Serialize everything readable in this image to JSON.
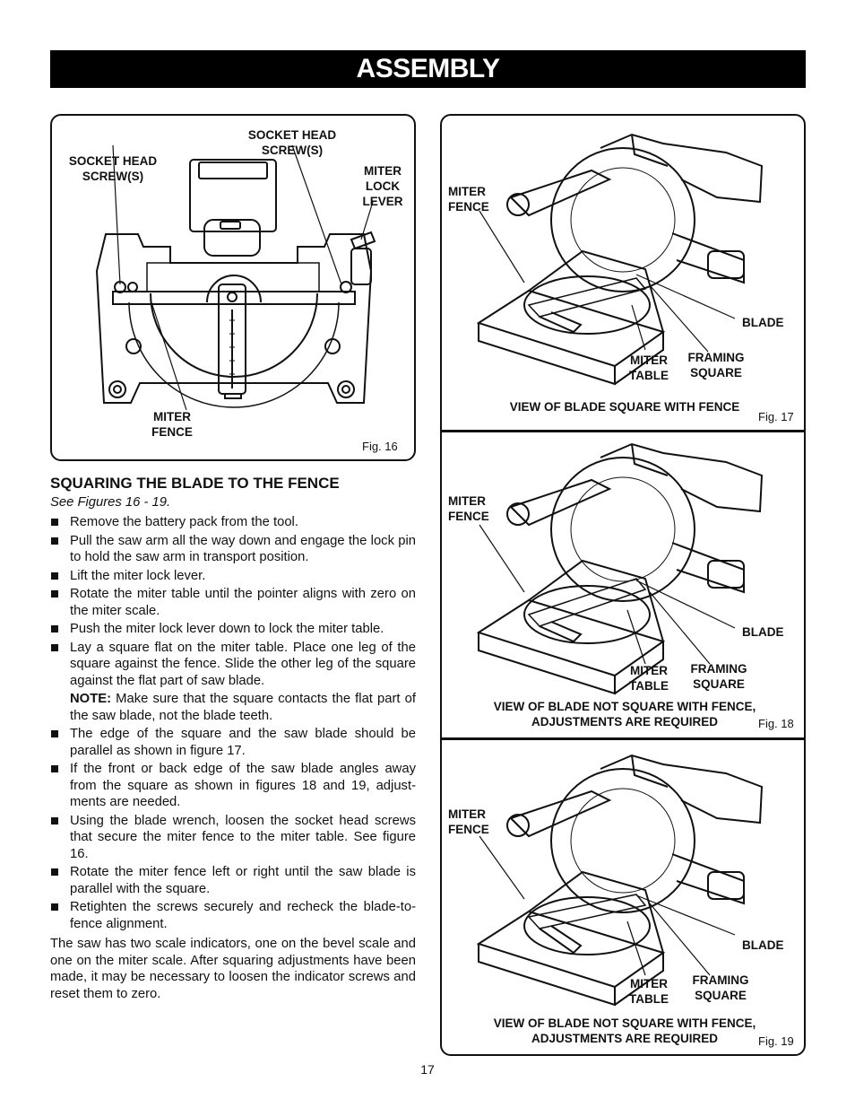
{
  "header": {
    "title": "ASSEMBLY"
  },
  "fig16": {
    "labels": {
      "socket_left": "SOCKET HEAD SCREW(S)",
      "socket_top": "SOCKET HEAD SCREW(S)",
      "miter_lock_lever": "MITER LOCK LEVER",
      "miter_fence": "MITER FENCE"
    },
    "fig_label": "Fig. 16"
  },
  "fig17": {
    "labels": {
      "miter_fence": "MITER FENCE",
      "blade": "BLADE",
      "miter_table": "MITER TABLE",
      "framing_square": "FRAMING SQUARE"
    },
    "caption": "VIEW OF BLADE SQUARE WITH FENCE",
    "fig_label": "Fig. 17"
  },
  "fig18": {
    "labels": {
      "miter_fence": "MITER FENCE",
      "blade": "BLADE",
      "miter_table": "MITER TABLE",
      "framing_square": "FRAMING SQUARE"
    },
    "caption": "VIEW OF BLADE NOT SQUARE WITH FENCE, ADJUSTMENTS ARE REQUIRED",
    "fig_label": "Fig. 18"
  },
  "fig19": {
    "labels": {
      "miter_fence": "MITER FENCE",
      "blade": "BLADE",
      "miter_table": "MITER TABLE",
      "framing_square": "FRAMING SQUARE"
    },
    "caption": "VIEW OF BLADE NOT SQUARE WITH FENCE, ADJUSTMENTS ARE REQUIRED",
    "fig_label": "Fig. 19"
  },
  "section": {
    "heading": "SQUARING THE BLADE TO THE FENCE",
    "see_figures": "See Figures 16 - 19.",
    "bullets": [
      "Remove the battery pack from the tool.",
      "Pull the saw arm all the way down and engage the lock pin to hold the saw arm in transport position.",
      "Lift the miter lock lever.",
      "Rotate the miter table until the pointer aligns with zero on the miter scale.",
      "Push the miter lock lever down to lock the miter table.",
      "Lay a square flat on the miter table. Place one leg of the square against the fence. Slide the other leg of the square against the flat part of saw blade."
    ],
    "note_label": "NOTE:",
    "note_text": " Make sure that the square contacts the flat part of the saw blade, not the blade teeth.",
    "bullets2": [
      "The edge of the square and the saw blade should be parallel as shown in figure 17.",
      "If the front or back edge of the saw blade angles away from the square as shown in figures 18 and 19, adjust-ments are needed.",
      "Using the blade wrench, loosen the socket head screws that secure the miter fence to the miter table. See figure 16.",
      "Rotate the miter fence left or right until the saw blade is parallel with the square.",
      "Retighten the screws securely and recheck the blade-to-fence alignment."
    ],
    "closing": "The saw has two scale indicators, one on the bevel scale and one on the miter scale. After squaring adjustments have been made, it may be necessary to loosen the indicator screws and reset them to zero."
  },
  "footer": {
    "page_number": "17"
  }
}
